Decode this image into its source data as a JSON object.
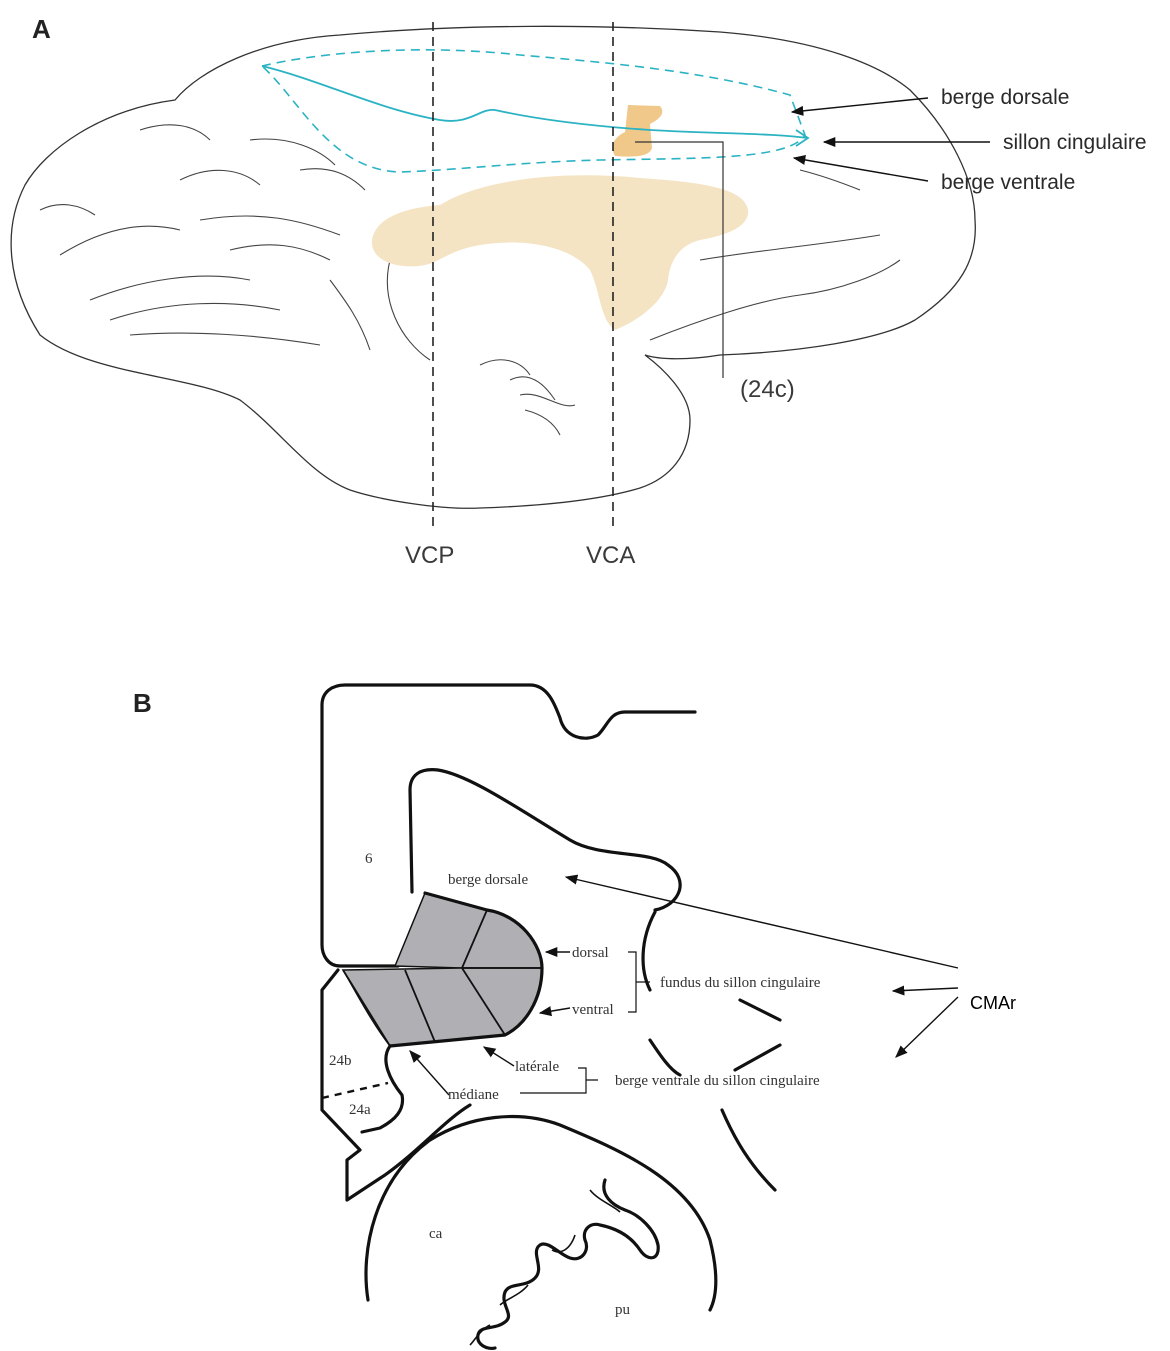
{
  "panel_a": {
    "panel_label": "A",
    "labels": {
      "berge_dorsale": "berge dorsale",
      "sillon_cingulaire": "sillon cingulaire",
      "berge_ventrale": "berge ventrale",
      "area_24c": "(24c)",
      "vcp": "VCP",
      "vca": "VCA"
    },
    "colors": {
      "sulcus": "#2bb3c4",
      "corpus_callosum": "#f4e4c4",
      "area_24c": "#f0c98a"
    }
  },
  "panel_b": {
    "panel_label": "B",
    "labels": {
      "area_6": "6",
      "berge_dorsale": "berge dorsale",
      "dorsal": "dorsal",
      "ventral": "ventral",
      "fundus": "fundus du sillon cingulaire",
      "laterale": "latérale",
      "mediane": "médiane",
      "berge_ventrale": "berge ventrale du sillon cingulaire",
      "cmar": "CMAr",
      "area_24b": "24b",
      "area_24a": "24a",
      "ca": "ca",
      "pu": "pu"
    },
    "colors": {
      "shaded": "#b0b0b4"
    }
  }
}
